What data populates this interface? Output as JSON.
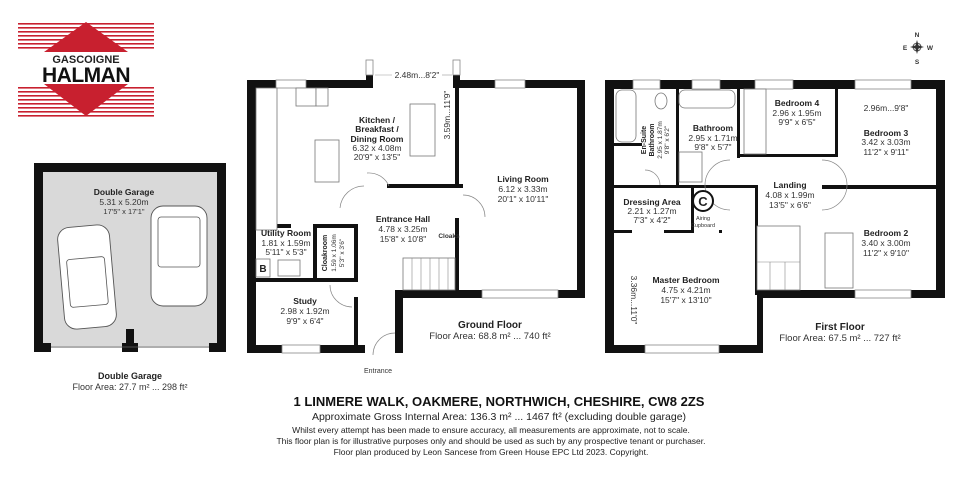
{
  "logo": {
    "line1": "GASCOIGNE",
    "line2": "HALMAN",
    "colors": {
      "red": "#c8202f",
      "black": "#111111"
    }
  },
  "compass": {
    "n": "N",
    "e": "E",
    "s": "S",
    "w": "W"
  },
  "garage": {
    "room": {
      "name": "Double Garage",
      "metric": "5.31 x 5.20m",
      "imperial": "17'5\" x 17'1\""
    },
    "caption": {
      "title": "Double Garage",
      "area": "Floor Area: 27.7 m² ... 298 ft²"
    }
  },
  "ground_floor": {
    "kitchen": {
      "name1": "Kitchen /",
      "name2": "Breakfast /",
      "name3": "Dining Room",
      "metric": "6.32 x 4.08m",
      "imperial": "20'9\" x 13'5\""
    },
    "living": {
      "name": "Living Room",
      "metric": "6.12 x 3.33m",
      "imperial": "20'1\" x 10'11\""
    },
    "hall": {
      "name": "Entrance Hall",
      "metric": "4.78 x 3.25m",
      "imperial": "15'8\" x 10'8\""
    },
    "utility": {
      "name": "Utility Room",
      "metric": "1.81 x 1.59m",
      "imperial": "5'11\" x 5'3\""
    },
    "cloakroom": {
      "name": "Cloakroom",
      "metric": "1.59 x 1.06m",
      "imperial": "5'3\" x 3'6\""
    },
    "study": {
      "name": "Study",
      "metric": "2.98 x 1.92m",
      "imperial": "9'9\" x 6'4\""
    },
    "bay_dim": "2.48m...8'2\"",
    "kitchen_dim": "3.59m...11'9\"",
    "cloaks": "Cloaks",
    "boiler": "B",
    "entrance": "Entrance",
    "caption": {
      "title": "Ground Floor",
      "area": "Floor Area: 68.8 m² ... 740 ft²"
    }
  },
  "first_floor": {
    "bed4": {
      "name": "Bedroom 4",
      "metric": "2.96 x 1.95m",
      "imperial": "9'9\" x 6'5\""
    },
    "bed3": {
      "name": "Bedroom 3",
      "metric": "3.42 x 3.03m",
      "imperial": "11'2\" x 9'11\""
    },
    "bed3_dim": "2.96m...9'8\"",
    "bed2": {
      "name": "Bedroom 2",
      "metric": "3.40 x 3.00m",
      "imperial": "11'2\" x 9'10\""
    },
    "landing": {
      "name": "Landing",
      "metric": "4.08 x 1.99m",
      "imperial": "13'5\" x 6'6\""
    },
    "bathroom": {
      "name": "Bathroom",
      "metric": "2.95 x 1.71m",
      "imperial": "9'8\" x 5'7\""
    },
    "ensuite": {
      "name1": "En-Suite",
      "name2": "Bathroom",
      "metric": "2.95 x 1.87m",
      "imperial": "9'8\" x 6'2\""
    },
    "dressing": {
      "name": "Dressing Area",
      "metric": "2.21 x 1.27m",
      "imperial": "7'3\" x 4'2\""
    },
    "airing": {
      "symbol": "C",
      "line1": "Airing",
      "line2": "Cupboard"
    },
    "master": {
      "name": "Master Bedroom",
      "metric": "4.75 x 4.21m",
      "imperial": "15'7\" x 13'10\""
    },
    "master_dim": "3.36m...11'0\"",
    "caption": {
      "title": "First Floor",
      "area": "Floor Area: 67.5 m² ... 727 ft²"
    }
  },
  "footer": {
    "address": "1 LINMERE WALK, OAKMERE, NORTHWICH, CHESHIRE, CW8 2ZS",
    "gross_area": "Approximate Gross Internal Area: 136.3 m² ... 1467 ft² (excluding double garage)",
    "disclaimer1": "Whilst every attempt has been made to ensure accuracy, all measurements are approximate, not to scale.",
    "disclaimer2": "This floor plan is for illustrative purposes only and should be used as such by any prospective tenant or purchaser.",
    "disclaimer3": "Floor plan produced by Leon Sancese from Green House EPC Ltd 2023. Copyright."
  }
}
